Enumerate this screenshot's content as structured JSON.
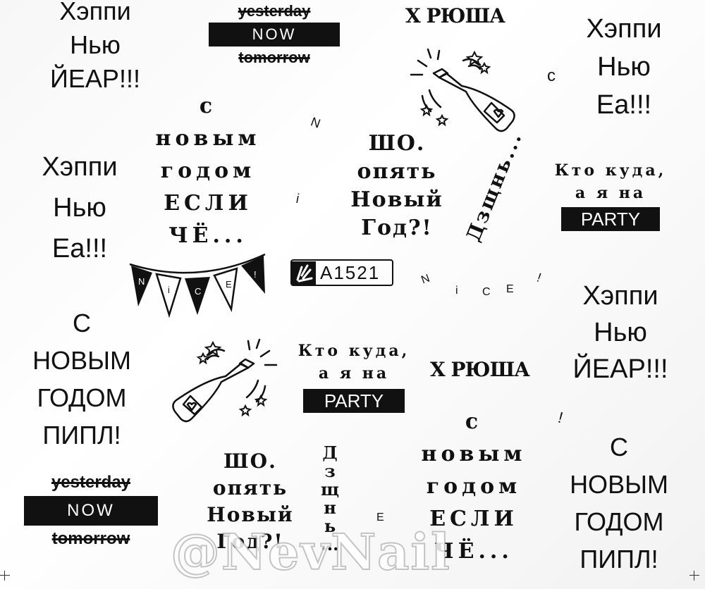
{
  "texts": {
    "happy_year_1": "Хэппи\nНью\nЙЕАР!!!",
    "happy_ea_1": "Хэппи\nНью\nЕа!!!",
    "happy_ea_2": "Хэппи\nНью\nЕа!!!",
    "happy_year_2": "Хэппи\nНью\nЙЕАР!!!",
    "x_rusha_1": "Х РЮША",
    "x_rusha_2": "Х РЮША",
    "yesterday_1": "yesterday",
    "now_1": "NOW",
    "tomorrow_1": "tomorrow",
    "yesterday_2": "yesterday",
    "now_2": "NOW",
    "tomorrow_2": "tomorrow",
    "s_novym_esli_1": "с\nновым\nгодом\nЕСЛИ\nЧЁ...",
    "s_novym_esli_2": "с\nновым\nгодом\nЕСЛИ\nЧЁ...",
    "sho_opyat_1": "ШО.\nопять\nНовый\nГод?!",
    "sho_opyat_2": "ШО.\nопять\nНовый\nГод?!",
    "dzyn_1": "Дзщнь...",
    "dzyn_2": "Д\nз\nщ\nн\nь\n...",
    "kto_kuda_1": "Кто куда,\nа я на",
    "party_1": "PARTY",
    "kto_kuda_2": "Кто куда,\nа я на",
    "party_2": "PARTY",
    "s_novym_pipl_1": "С\nНОВЫМ\nГОДОМ\nПИПЛ!",
    "s_novym_pipl_2": "С\nНОВЫМ\nГОДОМ\nПИПЛ!",
    "plate": "A1521",
    "nice_letters": [
      "N",
      "i",
      "C",
      "E",
      "!"
    ],
    "flag_letters": [
      "N",
      "i",
      "C",
      "E",
      "!"
    ],
    "stray_c": "c",
    "stray_n": "N",
    "stray_i": "i",
    "stray_excl": "!",
    "stray_e": "E",
    "watermark": "@NevNail"
  },
  "icons": [
    "champagne-bottle-icon",
    "star-icon",
    "bunting-flags-icon",
    "license-plate-icon"
  ],
  "colors": {
    "ink": "#111111",
    "paper": "#f7f7f7"
  }
}
